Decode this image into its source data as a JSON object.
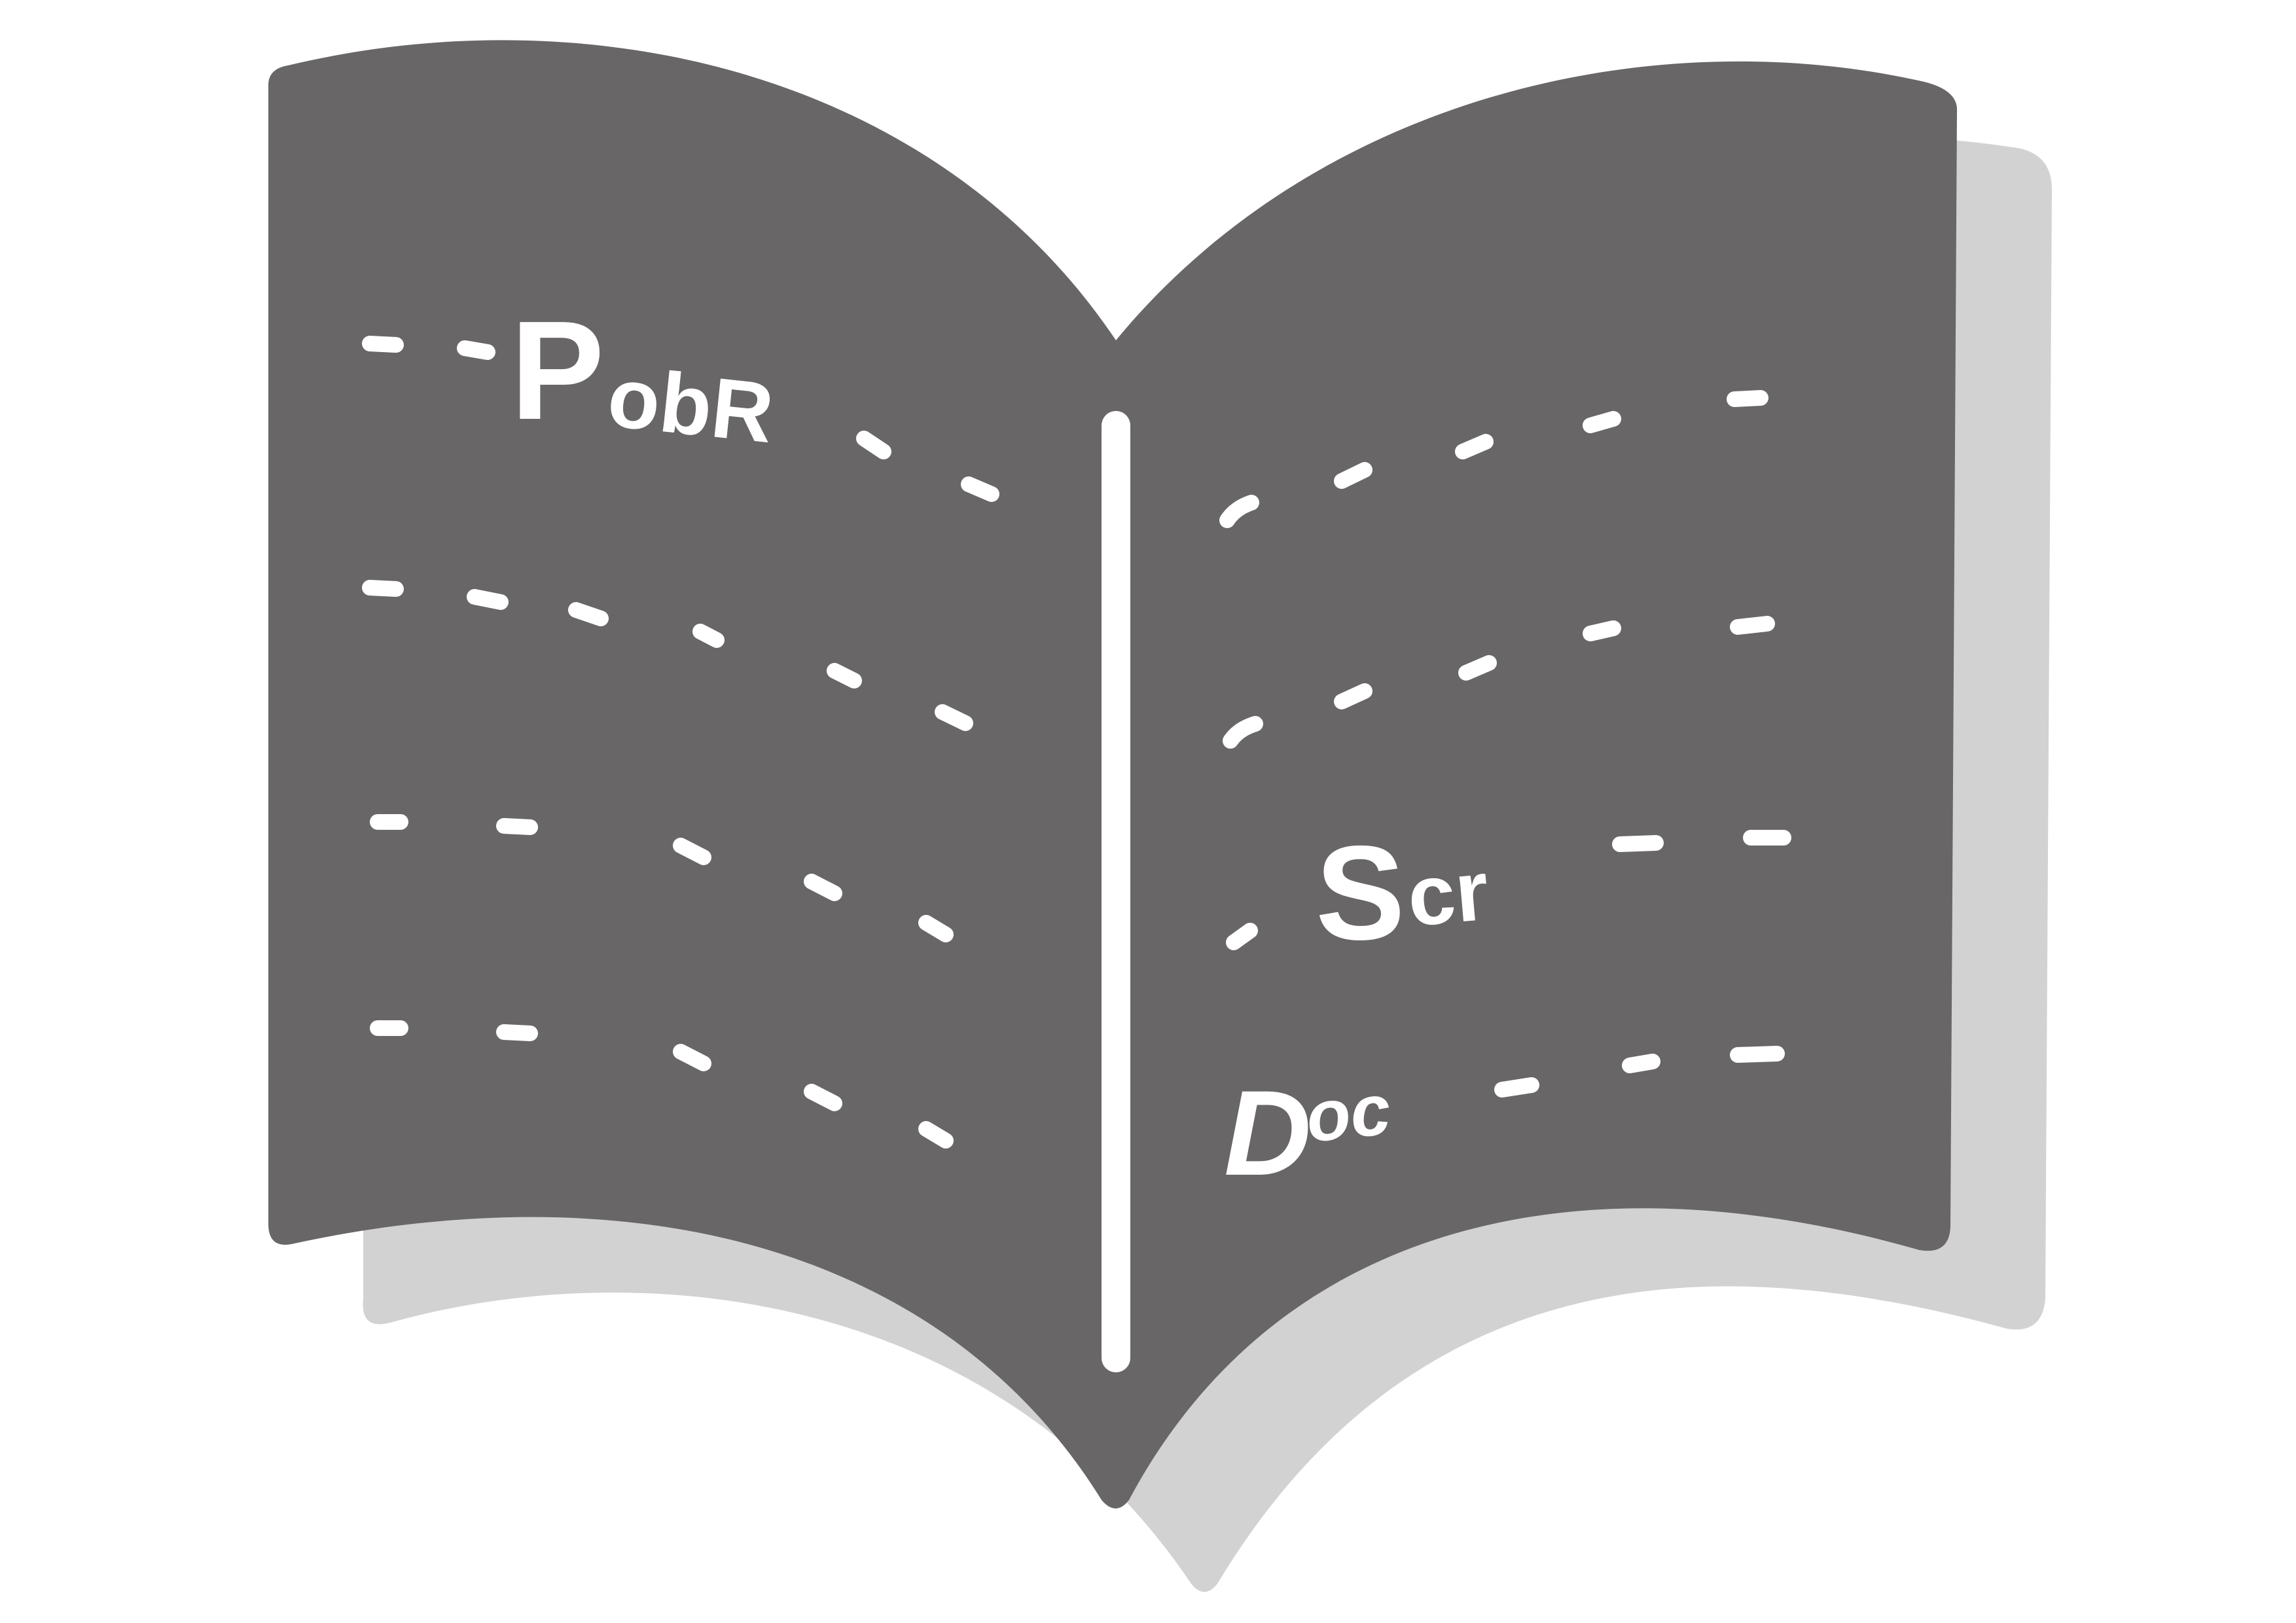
{
  "illustration": {
    "subject": "open-book-icon",
    "colors": {
      "page_fill": "#686667",
      "shadow_fill": "#d2d2d2",
      "ink": "#ffffff",
      "background": "#ffffff"
    },
    "labels": {
      "left_title_big": "P",
      "left_title_small": "obR",
      "right_word_big": "S",
      "right_word_small": "cr",
      "right_word2_big": "D",
      "right_word2_small": "oc"
    }
  }
}
